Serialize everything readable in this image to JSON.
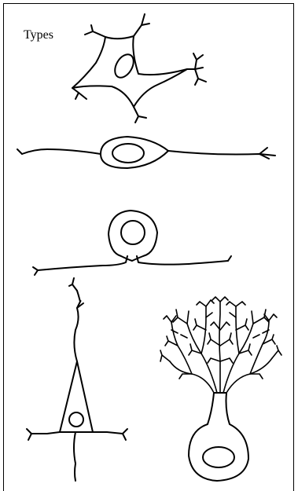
{
  "caption": "Types",
  "diagram": {
    "neuron_types": [
      "multipolar-neuron",
      "bipolar-neuron",
      "unipolar-neuron",
      "pyramidal-neuron",
      "purkinje-neuron"
    ]
  }
}
